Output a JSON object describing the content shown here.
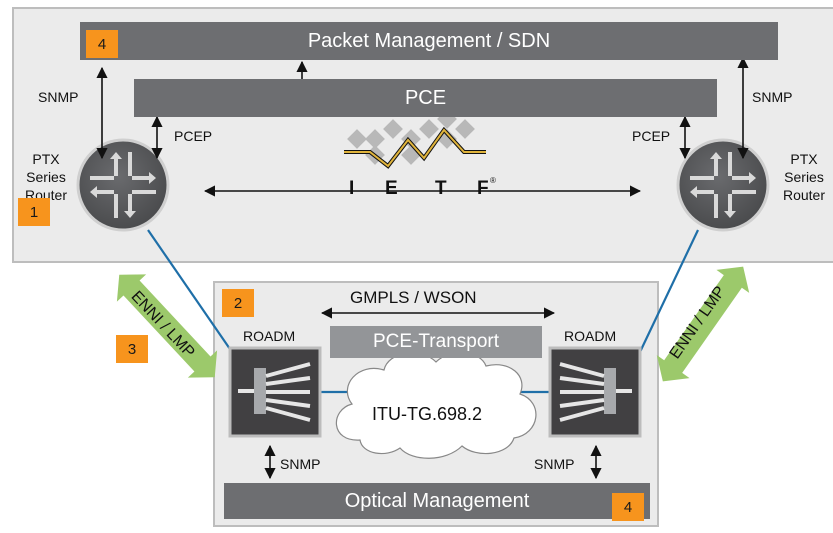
{
  "colors": {
    "panel": "#ebebeb",
    "bar": "#6d6e71",
    "badge": "#f7941d",
    "fiber": "#1f6fa8",
    "enni": "#9cc96b",
    "router": "#58595b"
  },
  "top": {
    "packet_mgmt": "Packet Management / SDN",
    "packet_badge": "4",
    "pce": "PCE",
    "snmp_left": "SNMP",
    "snmp_right": "SNMP",
    "pcep_left": "PCEP",
    "pcep_right": "PCEP",
    "router_left": [
      "PTX",
      "Series",
      "Router"
    ],
    "router_right": [
      "PTX",
      "Series",
      "Router"
    ],
    "badge_1": "1",
    "ietf": [
      "I",
      "E",
      "T",
      "F"
    ],
    "ietf_reg": "®"
  },
  "bottom": {
    "badge_2": "2",
    "gmpls": "GMPLS / WSON",
    "pce_transport": "PCE-Transport",
    "roadm_left": "ROADM",
    "roadm_right": "ROADM",
    "itu": "ITU-TG.698.2",
    "snmp_left": "SNMP",
    "snmp_right": "SNMP",
    "optical_mgmt": "Optical Management",
    "optical_badge": "4"
  },
  "enni": {
    "left": "ENNI / LMP",
    "right": "ENNI / LMP",
    "badge_3": "3"
  }
}
